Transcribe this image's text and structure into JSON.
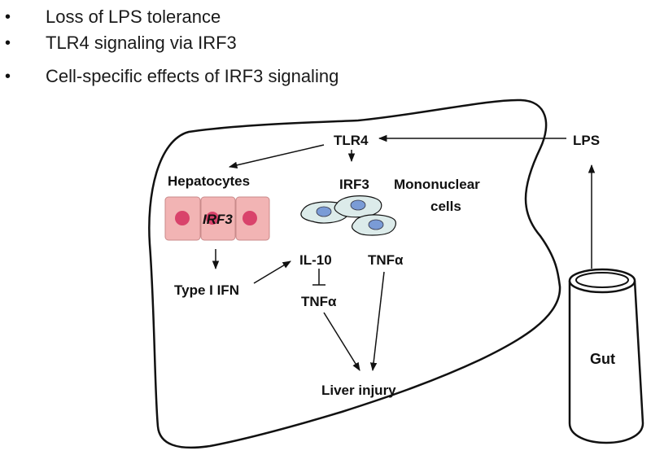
{
  "bullets": [
    {
      "marker": "•",
      "text": "Loss of LPS tolerance"
    },
    {
      "marker": "•",
      "text": "TLR4 signaling via IRF3"
    },
    {
      "marker": "•",
      "text": "Cell-specific effects of IRF3 signaling"
    }
  ],
  "diagram": {
    "tlr4": "TLR4",
    "lps": "LPS",
    "hepatocytes": "Hepatocytes",
    "irf3": "IRF3",
    "mononuclear_line1": "Mononuclear",
    "mononuclear_line2": "cells",
    "hepatocyte_irf3": "IRF3",
    "il10": "IL-10",
    "tnfa_right": "TNFα",
    "tnfa_left": "TNFα",
    "type1_ifn": "Type I IFN",
    "liver_injury": "Liver injury",
    "gut": "Gut"
  },
  "colors": {
    "hepatocyte_fill": "#f2b4b4",
    "hepatocyte_nucleus": "#d9436b",
    "cell_fill": "#dcebea",
    "cell_nucleus": "#7a9bd6",
    "outline": "#111111"
  }
}
